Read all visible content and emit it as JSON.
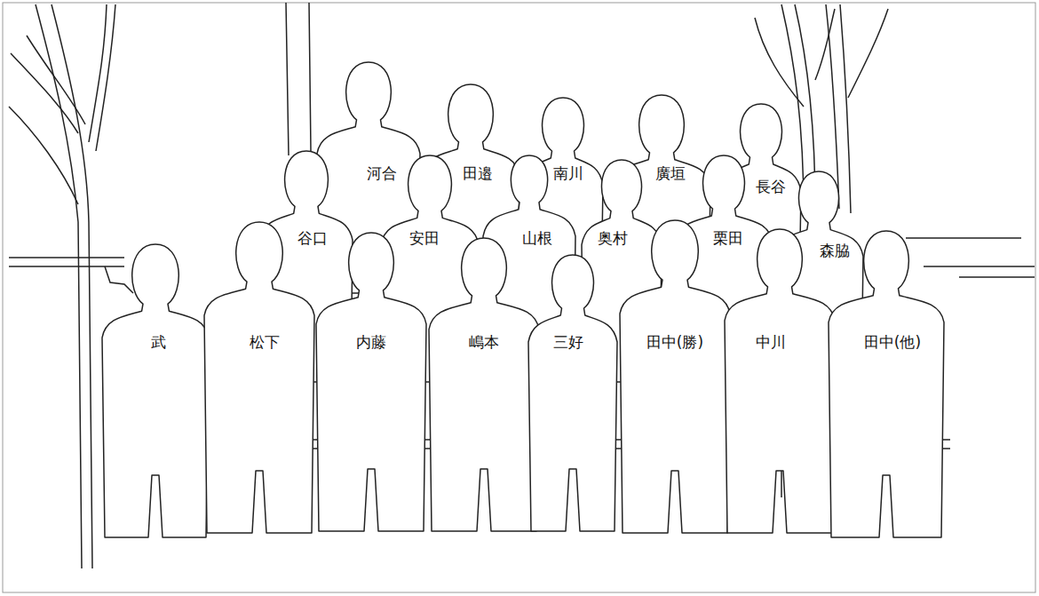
{
  "diagram": {
    "nodes": [
      {
        "text": [
          "河合"
        ]
      },
      {
        "text": [
          "田邉"
        ]
      },
      {
        "text": [
          "南川"
        ]
      },
      {
        "text": [
          "廣垣"
        ]
      },
      {
        "text": [
          "長谷"
        ]
      },
      {
        "text": [
          "谷口"
        ]
      },
      {
        "text": [
          "安田"
        ]
      },
      {
        "text": [
          "山根"
        ]
      },
      {
        "text": [
          "奥村"
        ]
      },
      {
        "text": [
          "栗田"
        ]
      },
      {
        "text": [
          "森脇"
        ]
      },
      {
        "text": [
          "武"
        ]
      },
      {
        "text": [
          "松下"
        ]
      },
      {
        "text": [
          "内藤"
        ]
      },
      {
        "text": [
          "嶋本"
        ]
      },
      {
        "text": [
          "三好"
        ]
      },
      {
        "text": [
          "田中(勝)"
        ]
      },
      {
        "text": [
          "中川"
        ]
      },
      {
        "text": [
          "田中(他)"
        ]
      }
    ]
  }
}
